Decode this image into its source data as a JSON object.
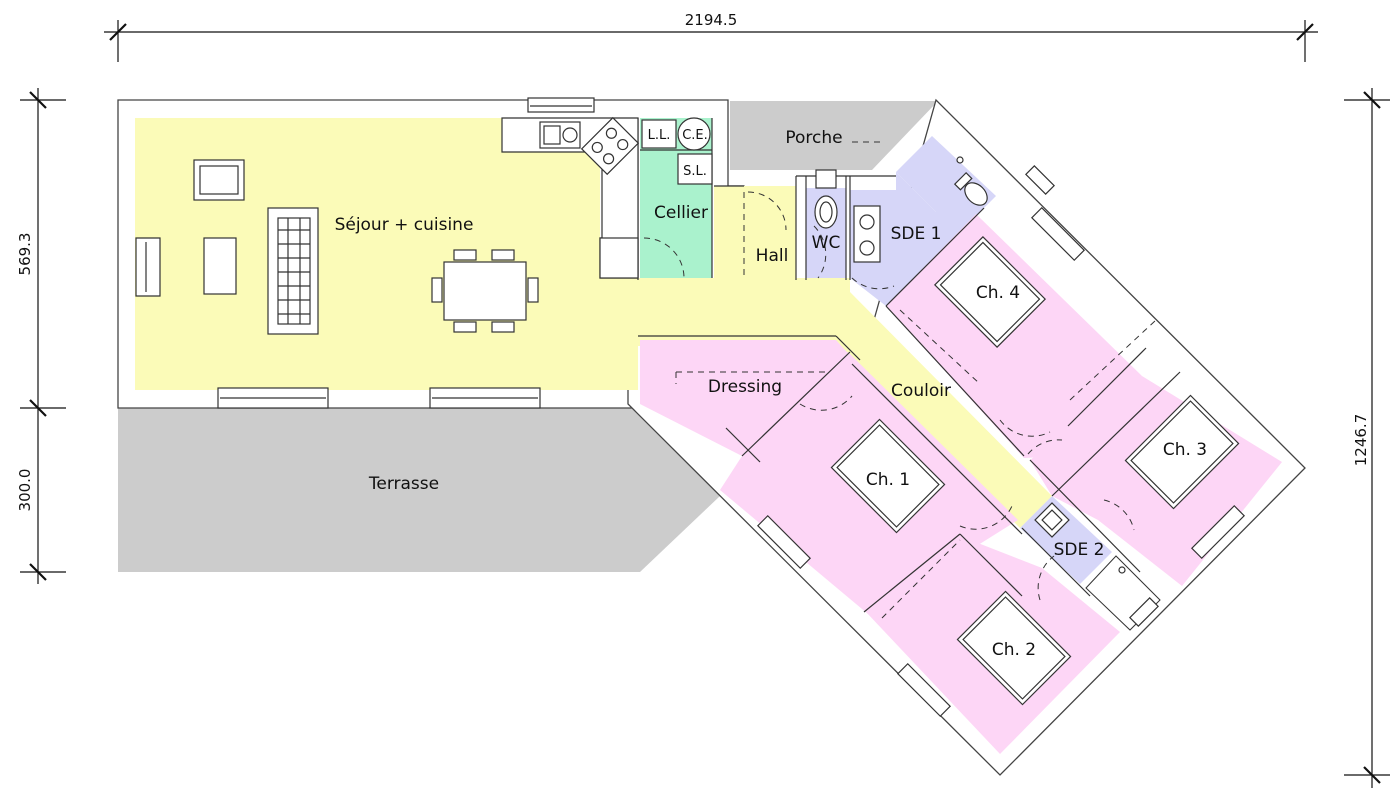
{
  "dimensions": {
    "total_width": "2194.5",
    "total_depth": "1246.7",
    "left_upper": "569.3",
    "left_lower": "300.0"
  },
  "rooms": {
    "sejour": "Séjour + cuisine",
    "cellier": "Cellier",
    "ll": "L.L.",
    "ce": "C.E.",
    "sl": "S.L.",
    "porche": "Porche",
    "hall": "Hall",
    "wc": "WC",
    "sde1": "SDE 1",
    "ch4": "Ch. 4",
    "dressing": "Dressing",
    "couloir": "Couloir",
    "ch1": "Ch. 1",
    "ch3": "Ch. 3",
    "sde2": "SDE 2",
    "ch2": "Ch. 2",
    "terrasse": "Terrasse"
  },
  "colors": {
    "living": "#fbfbb8",
    "utility": "#aaf2cd",
    "bedroom": "#fdd6f6",
    "bathroom": "#d6d6f8",
    "exterior": "#cccccc",
    "wall": "#ffffff"
  }
}
